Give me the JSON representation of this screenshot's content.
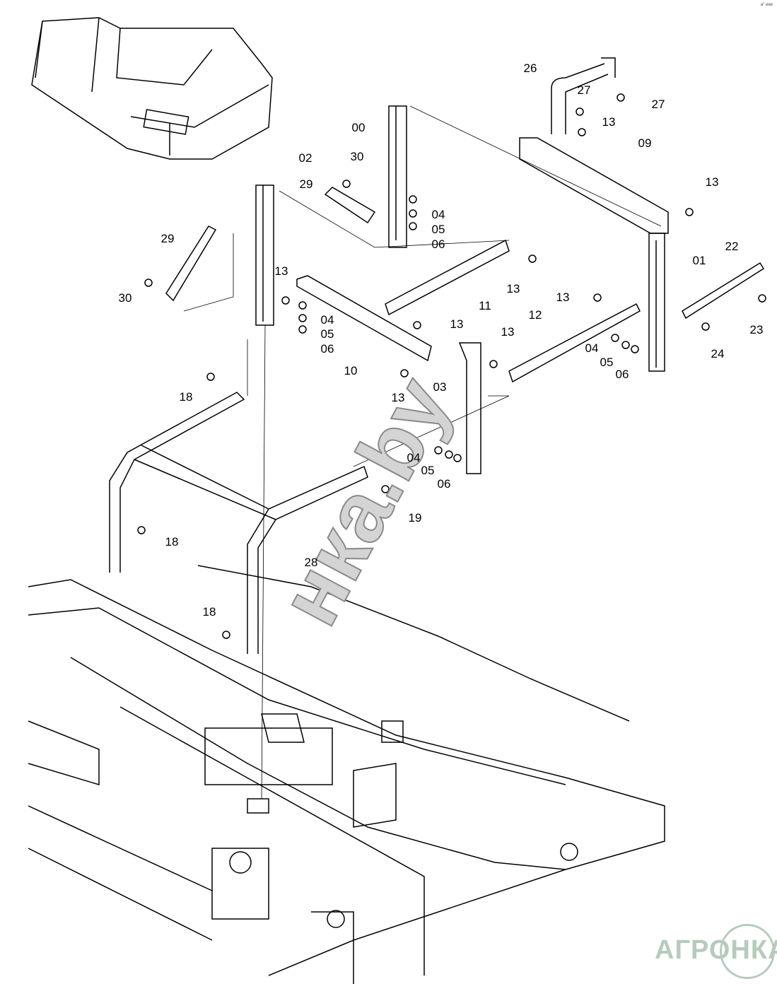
{
  "corner_code": "a\" eee",
  "watermark": "нка.by",
  "logo_text": "АГРОНКА",
  "callouts": [
    "26",
    "27",
    "27",
    "13",
    "09",
    "00",
    "30",
    "02",
    "29",
    "04",
    "05",
    "06",
    "13",
    "22",
    "01",
    "29",
    "13",
    "30",
    "13",
    "11",
    "13",
    "04",
    "05",
    "06",
    "13",
    "12",
    "13",
    "04",
    "05",
    "06",
    "24",
    "23",
    "10",
    "13",
    "03",
    "18",
    "04",
    "05",
    "06",
    "19",
    "18",
    "28",
    "18"
  ],
  "colors": {
    "line": "#000000",
    "logo": "#b7cbbd"
  }
}
